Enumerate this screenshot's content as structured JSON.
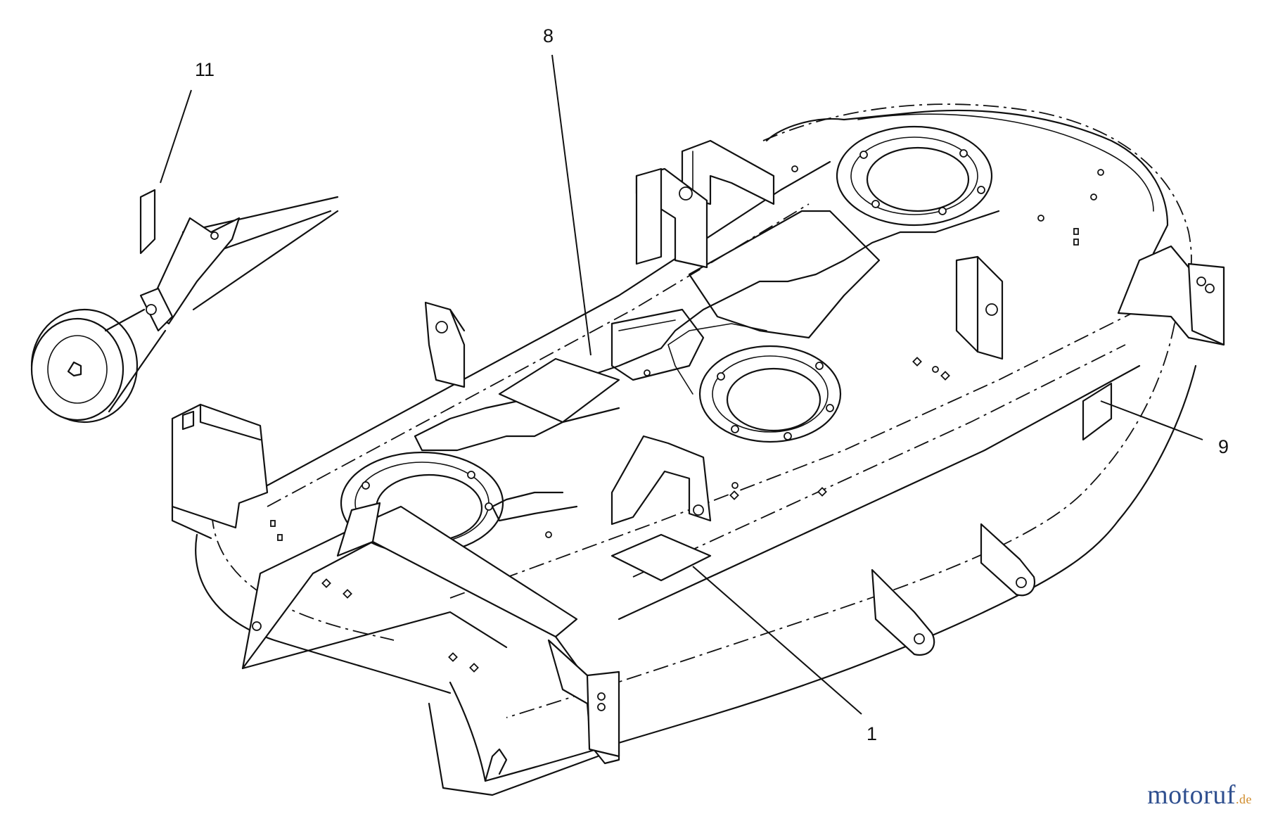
{
  "callouts": [
    {
      "id": "11",
      "label": "11"
    },
    {
      "id": "8",
      "label": "8"
    },
    {
      "id": "9",
      "label": "9"
    },
    {
      "id": "1",
      "label": "1"
    }
  ],
  "watermark": {
    "main": "motoruf",
    "tld": ".de",
    "colors": {
      "main": "#2f4f8f",
      "tld": "#d08b2a"
    }
  }
}
